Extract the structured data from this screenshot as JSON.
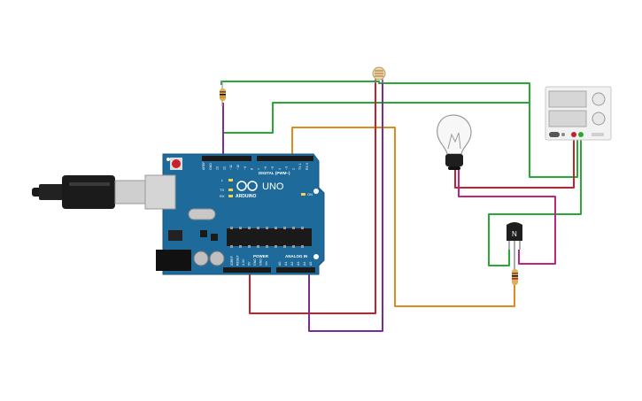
{
  "board": {
    "logo_text": "ARDUINO",
    "model": "UNO",
    "digital_label": "DIGITAL (PWM~)",
    "power_label": "POWER",
    "analog_label": "ANALOG IN",
    "on_label": "ON",
    "l_label": "L",
    "tx_label": "TX",
    "rx_label": "RX",
    "pin_top": [
      "AREF",
      "GND",
      "13",
      "12",
      "~11",
      "~10",
      "~9",
      "8",
      "7",
      "~6",
      "~5",
      "4",
      "~3",
      "2",
      "TX 1",
      "RX 0"
    ],
    "pin_power": [
      "IOREF",
      "RESET",
      "3.3V",
      "5V",
      "GND",
      "GND",
      "Vin"
    ],
    "pin_analog": [
      "A0",
      "A1",
      "A2",
      "A3",
      "A4",
      "A5"
    ]
  },
  "transistor": {
    "label": "N"
  },
  "wire_colors": {
    "green": "#2aa836",
    "orange": "#e08a1e",
    "red": "#c8202a",
    "purple": "#7b2d95",
    "magenta": "#c0257c"
  },
  "icons": [
    "usb-cable-icon",
    "photoresistor-icon",
    "light-bulb-icon",
    "npn-transistor-icon",
    "power-supply-icon",
    "resistor-icon"
  ]
}
